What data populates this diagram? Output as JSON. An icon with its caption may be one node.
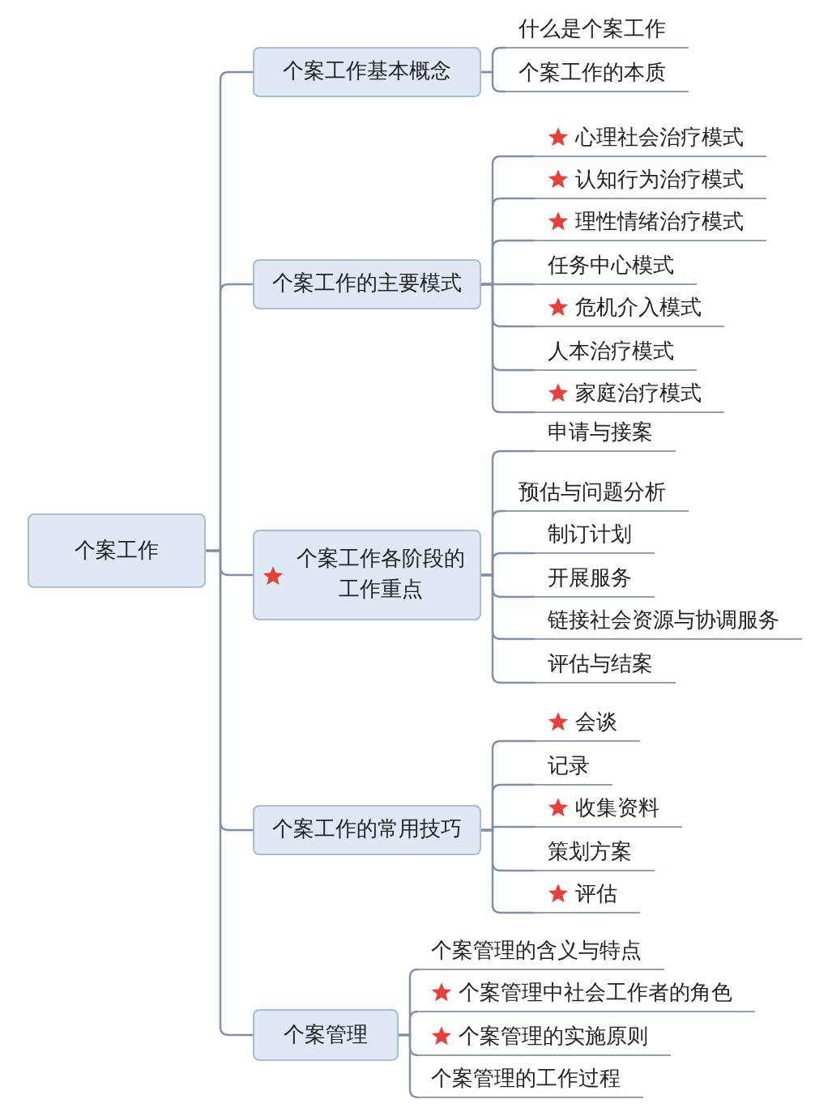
{
  "diagram": {
    "nodes": [
      {
        "text": [
          "个案工作"
        ]
      },
      {
        "text": [
          "个案工作基本概念"
        ]
      },
      {
        "text": [
          "什么是个案工作"
        ]
      },
      {
        "text": [
          "个案工作的本质"
        ]
      },
      {
        "text": [
          "个案工作的主要模式"
        ]
      },
      {
        "text": [
          "心理社会治疗模式"
        ]
      },
      {
        "text": [
          "认知行为治疗模式"
        ]
      },
      {
        "text": [
          "理性情绪治疗模式"
        ]
      },
      {
        "text": [
          "任务中心模式"
        ]
      },
      {
        "text": [
          "危机介入模式"
        ]
      },
      {
        "text": [
          "人本治疗模式"
        ]
      },
      {
        "text": [
          "家庭治疗模式"
        ]
      },
      {
        "text": [
          "个案工作各阶段的工作重点"
        ]
      },
      {
        "text": [
          "申请与接案"
        ]
      },
      {
        "text": [
          "预估与问题分析"
        ]
      },
      {
        "text": [
          "制订计划"
        ]
      },
      {
        "text": [
          "开展服务"
        ]
      },
      {
        "text": [
          "链接社会资源与协调服务"
        ]
      },
      {
        "text": [
          "评估与结案"
        ]
      },
      {
        "text": [
          "个案工作的常用技巧"
        ]
      },
      {
        "text": [
          "会谈"
        ]
      },
      {
        "text": [
          "记录"
        ]
      },
      {
        "text": [
          "收集资料"
        ]
      },
      {
        "text": [
          "策划方案"
        ]
      },
      {
        "text": [
          "评估"
        ]
      },
      {
        "text": [
          "个案管理"
        ]
      },
      {
        "text": [
          "个案管理的含义与特点"
        ]
      },
      {
        "text": [
          "个案管理中社会工作者的角色"
        ]
      },
      {
        "text": [
          "个案管理的实施原则"
        ]
      },
      {
        "text": [
          "个案管理的工作过程"
        ]
      }
    ],
    "edges": [
      {
        "from": 0,
        "to": 1,
        "arrow": "none"
      },
      {
        "from": 0,
        "to": 4,
        "arrow": "none"
      },
      {
        "from": 0,
        "to": 12,
        "arrow": "none"
      },
      {
        "from": 0,
        "to": 19,
        "arrow": "none"
      },
      {
        "from": 0,
        "to": 25,
        "arrow": "none"
      },
      {
        "from": 1,
        "to": 2,
        "arrow": "none"
      },
      {
        "from": 1,
        "to": 3,
        "arrow": "none"
      },
      {
        "from": 4,
        "to": 5,
        "arrow": "none"
      },
      {
        "from": 4,
        "to": 6,
        "arrow": "none"
      },
      {
        "from": 4,
        "to": 7,
        "arrow": "none"
      },
      {
        "from": 4,
        "to": 8,
        "arrow": "none"
      },
      {
        "from": 4,
        "to": 9,
        "arrow": "none"
      },
      {
        "from": 4,
        "to": 10,
        "arrow": "none"
      },
      {
        "from": 4,
        "to": 11,
        "arrow": "none"
      },
      {
        "from": 12,
        "to": 13,
        "arrow": "none"
      },
      {
        "from": 12,
        "to": 14,
        "arrow": "none"
      },
      {
        "from": 12,
        "to": 15,
        "arrow": "none"
      },
      {
        "from": 12,
        "to": 16,
        "arrow": "none"
      },
      {
        "from": 12,
        "to": 17,
        "arrow": "none"
      },
      {
        "from": 12,
        "to": 18,
        "arrow": "none"
      },
      {
        "from": 19,
        "to": 20,
        "arrow": "none"
      },
      {
        "from": 19,
        "to": 21,
        "arrow": "none"
      },
      {
        "from": 19,
        "to": 22,
        "arrow": "none"
      },
      {
        "from": 19,
        "to": 23,
        "arrow": "none"
      },
      {
        "from": 19,
        "to": 24,
        "arrow": "none"
      },
      {
        "from": 25,
        "to": 26,
        "arrow": "none"
      },
      {
        "from": 25,
        "to": 27,
        "arrow": "none"
      },
      {
        "from": 25,
        "to": 28,
        "arrow": "none"
      },
      {
        "from": 25,
        "to": 29,
        "arrow": "none"
      }
    ]
  }
}
